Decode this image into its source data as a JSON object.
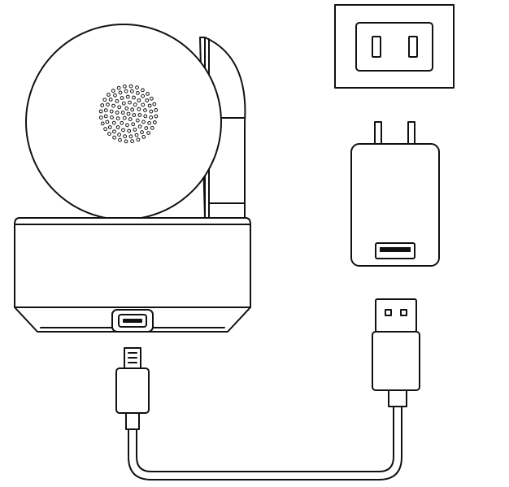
{
  "illustration": {
    "components": [
      "camera-head",
      "camera-base",
      "micro-usb-port",
      "wall-outlet",
      "power-adapter",
      "usb-cable"
    ],
    "stroke_color": "#111111",
    "background_color": "#ffffff"
  }
}
